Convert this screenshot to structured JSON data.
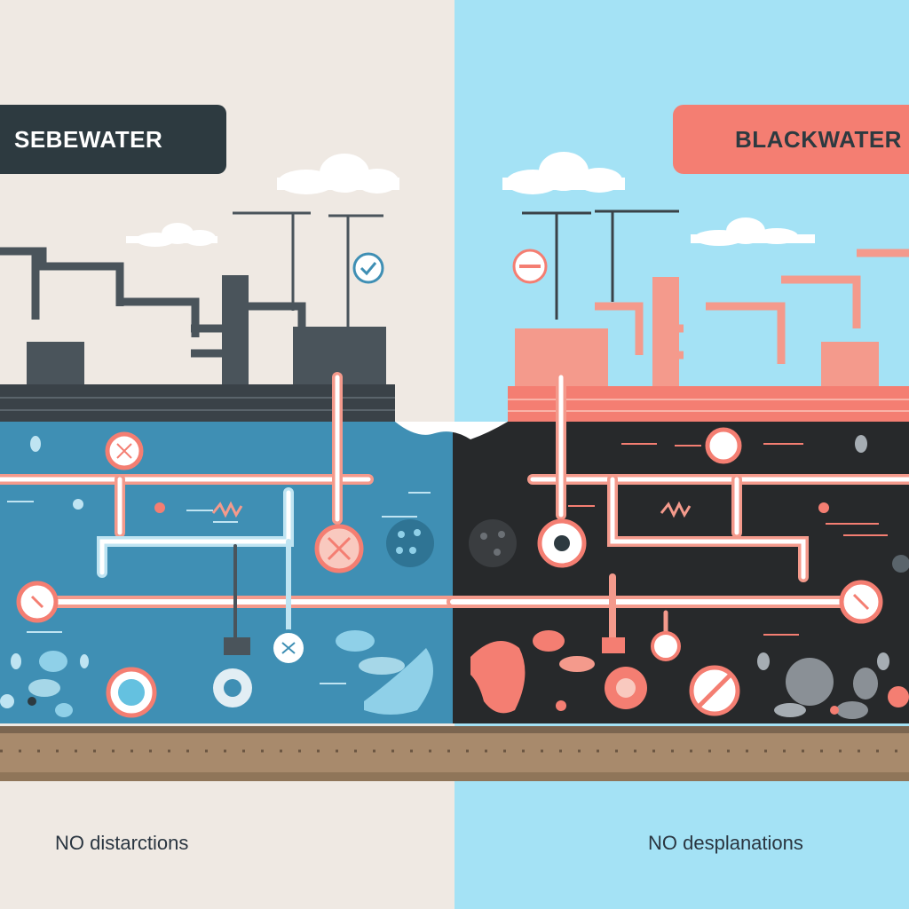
{
  "left_panel": {
    "label": "SEBEWATER",
    "caption": "NO distarctions"
  },
  "right_panel": {
    "label": "BLACKWATER",
    "caption": "NO desplanations"
  },
  "colors": {
    "left_background": "#efe9e3",
    "right_background": "#a4e2f5",
    "grey_water": "#3f8fb4",
    "black_water": "#27292b",
    "salmon_pipe": "#f49a8c",
    "dark_structure": "#4a545b",
    "ground": "#a88a6c"
  }
}
